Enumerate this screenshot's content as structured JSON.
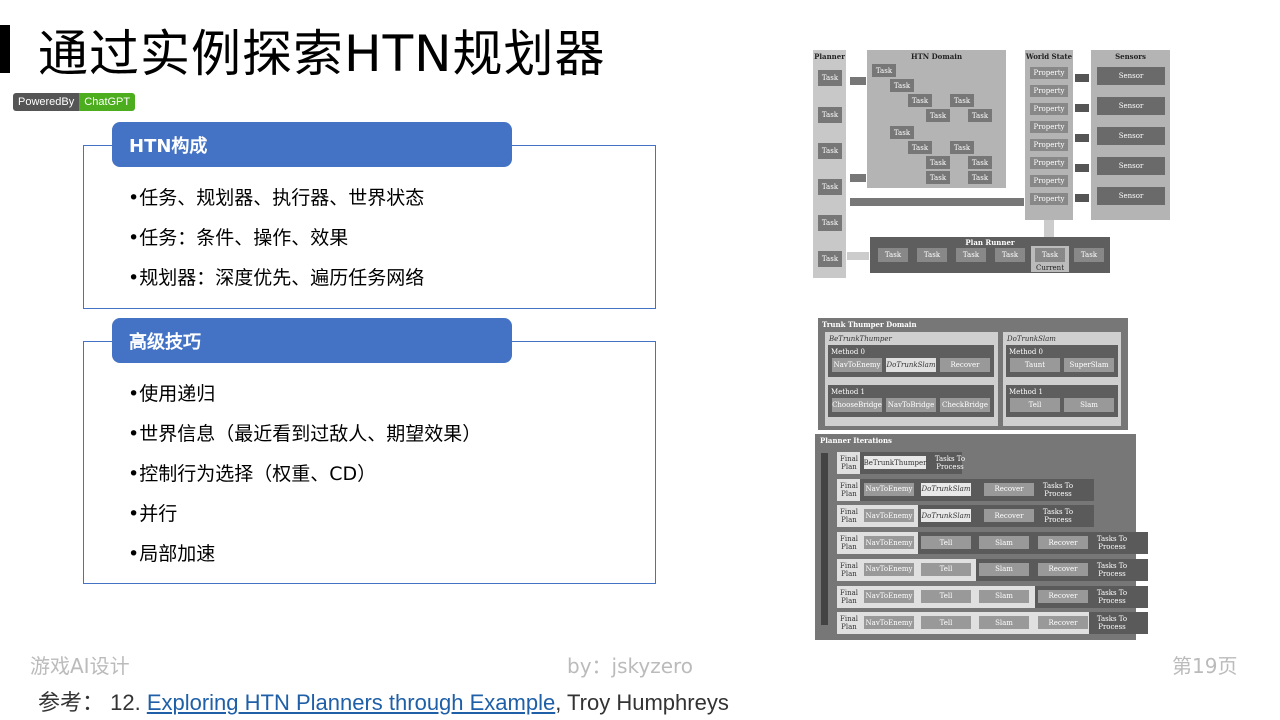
{
  "title": "通过实例探索HTN规划器",
  "badge": {
    "left": "PoweredBy",
    "right": "ChatGPT",
    "left_color": "#555555",
    "right_color": "#4cae1e"
  },
  "sections": [
    {
      "header": "HTN构成",
      "items": [
        "•任务、规划器、执行器、世界状态",
        "•任务：条件、操作、效果",
        "•规划器：深度优先、遍历任务网络"
      ]
    },
    {
      "header": "高级技巧",
      "items": [
        "•使用递归",
        "•世界信息（最近看到过敌人、期望效果）",
        "•控制行为选择（权重、CD）",
        "•并行",
        "•局部加速"
      ]
    }
  ],
  "diagram1": {
    "planner_title": "Planner",
    "domain_title": "HTN Domain",
    "world_title": "World State",
    "sensors_title": "Sensors",
    "runner_title": "Plan Runner",
    "task": "Task",
    "property": "Property",
    "sensor": "Sensor",
    "current": "Current"
  },
  "diagram2": {
    "domain_title": "Trunk Thumper Domain",
    "be_title": "BeTrunkThumper",
    "do_title": "DoTrunkSlam",
    "be_m0": "Method 0",
    "be_m0_tasks": [
      "NavToEnemy",
      "DoTrunkSlam",
      "Recover"
    ],
    "be_m1": "Method 1",
    "be_m1_tasks": [
      "ChooseBridge",
      "NavToBridge",
      "CheckBridge"
    ],
    "do_m0": "Method 0",
    "do_m0_tasks": [
      "Taunt",
      "SuperSlam"
    ],
    "do_m1": "Method 1",
    "do_m1_tasks": [
      "Tell",
      "Slam"
    ],
    "iter_title": "Planner Iterations",
    "final_plan": "Final Plan",
    "tasks_to_process": "Tasks To Process",
    "rows": [
      [
        "BeTrunkThumper"
      ],
      [
        "NavToEnemy",
        "DoTrunkSlam",
        "Recover"
      ],
      [
        "NavToEnemy",
        "DoTrunkSlam",
        "Recover"
      ],
      [
        "NavToEnemy",
        "Tell",
        "Slam",
        "Recover"
      ],
      [
        "NavToEnemy",
        "Tell",
        "Slam",
        "Recover"
      ],
      [
        "NavToEnemy",
        "Tell",
        "Slam",
        "Recover"
      ],
      [
        "NavToEnemy",
        "Tell",
        "Slam",
        "Recover"
      ]
    ],
    "final_counts": [
      0,
      0,
      1,
      1,
      2,
      3,
      4
    ]
  },
  "footer": {
    "left": "游戏AI设计",
    "center": "by：jskyzero",
    "right": "第19页"
  },
  "reference": {
    "prefix": "参考：  12. ",
    "link": "Exploring HTN Planners through Example",
    "suffix": ", Troy Humphreys"
  }
}
